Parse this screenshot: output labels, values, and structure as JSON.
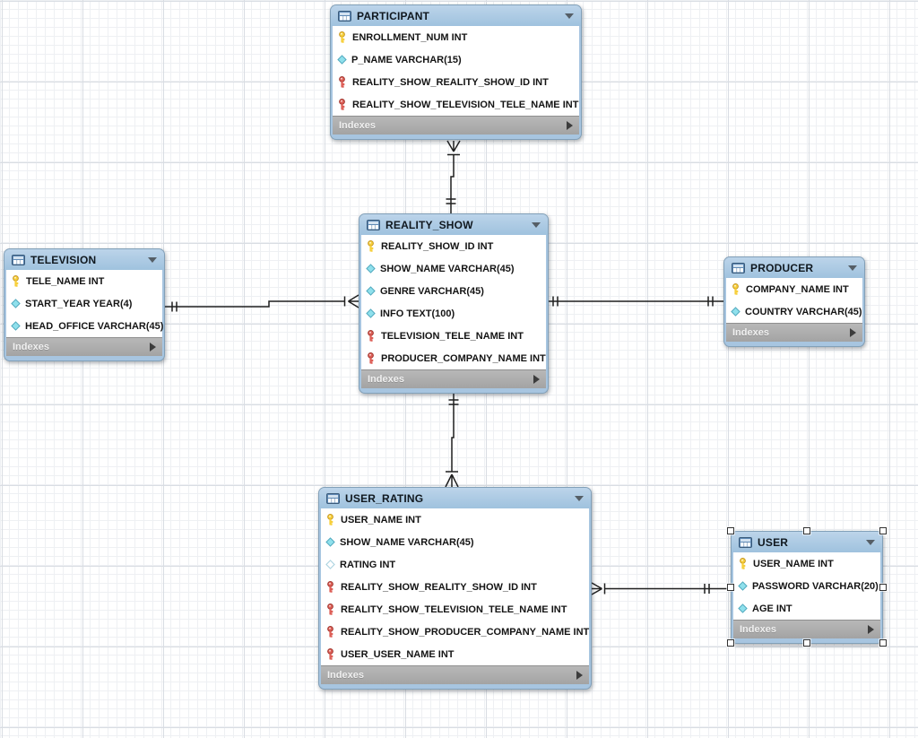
{
  "diagram": {
    "indexes_label": "Indexes",
    "tables": {
      "participant": {
        "title": "PARTICIPANT",
        "columns": [
          {
            "icon": "primary-key",
            "text": "ENROLLMENT_NUM INT"
          },
          {
            "icon": "attribute",
            "text": "P_NAME VARCHAR(15)"
          },
          {
            "icon": "foreign-key",
            "text": "REALITY_SHOW_REALITY_SHOW_ID INT"
          },
          {
            "icon": "foreign-key",
            "text": "REALITY_SHOW_TELEVISION_TELE_NAME INT"
          }
        ]
      },
      "reality_show": {
        "title": "REALITY_SHOW",
        "columns": [
          {
            "icon": "primary-key",
            "text": "REALITY_SHOW_ID INT"
          },
          {
            "icon": "attribute",
            "text": "SHOW_NAME VARCHAR(45)"
          },
          {
            "icon": "attribute",
            "text": "GENRE VARCHAR(45)"
          },
          {
            "icon": "attribute",
            "text": "INFO TEXT(100)"
          },
          {
            "icon": "foreign-key",
            "text": "TELEVISION_TELE_NAME INT"
          },
          {
            "icon": "foreign-key",
            "text": "PRODUCER_COMPANY_NAME INT"
          }
        ]
      },
      "television": {
        "title": "TELEVISION",
        "columns": [
          {
            "icon": "primary-key",
            "text": "TELE_NAME INT"
          },
          {
            "icon": "attribute",
            "text": "START_YEAR YEAR(4)"
          },
          {
            "icon": "attribute",
            "text": "HEAD_OFFICE VARCHAR(45)"
          }
        ]
      },
      "producer": {
        "title": "PRODUCER",
        "columns": [
          {
            "icon": "primary-key",
            "text": "COMPANY_NAME INT"
          },
          {
            "icon": "attribute",
            "text": "COUNTRY VARCHAR(45)"
          }
        ]
      },
      "user_rating": {
        "title": "USER_RATING",
        "columns": [
          {
            "icon": "primary-key",
            "text": "USER_NAME INT"
          },
          {
            "icon": "attribute",
            "text": "SHOW_NAME VARCHAR(45)"
          },
          {
            "icon": "attribute-nullable",
            "text": "RATING INT"
          },
          {
            "icon": "foreign-key",
            "text": "REALITY_SHOW_REALITY_SHOW_ID INT"
          },
          {
            "icon": "foreign-key",
            "text": "REALITY_SHOW_TELEVISION_TELE_NAME INT"
          },
          {
            "icon": "foreign-key",
            "text": "REALITY_SHOW_PRODUCER_COMPANY_NAME INT"
          },
          {
            "icon": "foreign-key",
            "text": "USER_USER_NAME INT"
          }
        ]
      },
      "user": {
        "title": "USER",
        "selected": "true",
        "columns": [
          {
            "icon": "primary-key",
            "text": "USER_NAME INT"
          },
          {
            "icon": "attribute",
            "text": "PASSWORD VARCHAR(20)"
          },
          {
            "icon": "attribute",
            "text": "AGE INT"
          }
        ]
      }
    },
    "relationships": [
      {
        "from": "REALITY_SHOW",
        "to": "PARTICIPANT",
        "from_cardinality": "one",
        "to_cardinality": "many"
      },
      {
        "from": "TELEVISION",
        "to": "REALITY_SHOW",
        "from_cardinality": "one",
        "to_cardinality": "many"
      },
      {
        "from": "REALITY_SHOW",
        "to": "PRODUCER",
        "from_cardinality": "one",
        "to_cardinality": "one"
      },
      {
        "from": "REALITY_SHOW",
        "to": "USER_RATING",
        "from_cardinality": "one",
        "to_cardinality": "many"
      },
      {
        "from": "USER",
        "to": "USER_RATING",
        "from_cardinality": "one",
        "to_cardinality": "many"
      }
    ],
    "colors": {
      "table_header": "#a7c5e0",
      "indexes_bar": "#ababab",
      "primary_key_icon": "#ffd84d",
      "foreign_key_icon": "#dd5e56",
      "attribute_icon": "#8fe0ec",
      "relationship_line": "#1f1f1f"
    }
  }
}
